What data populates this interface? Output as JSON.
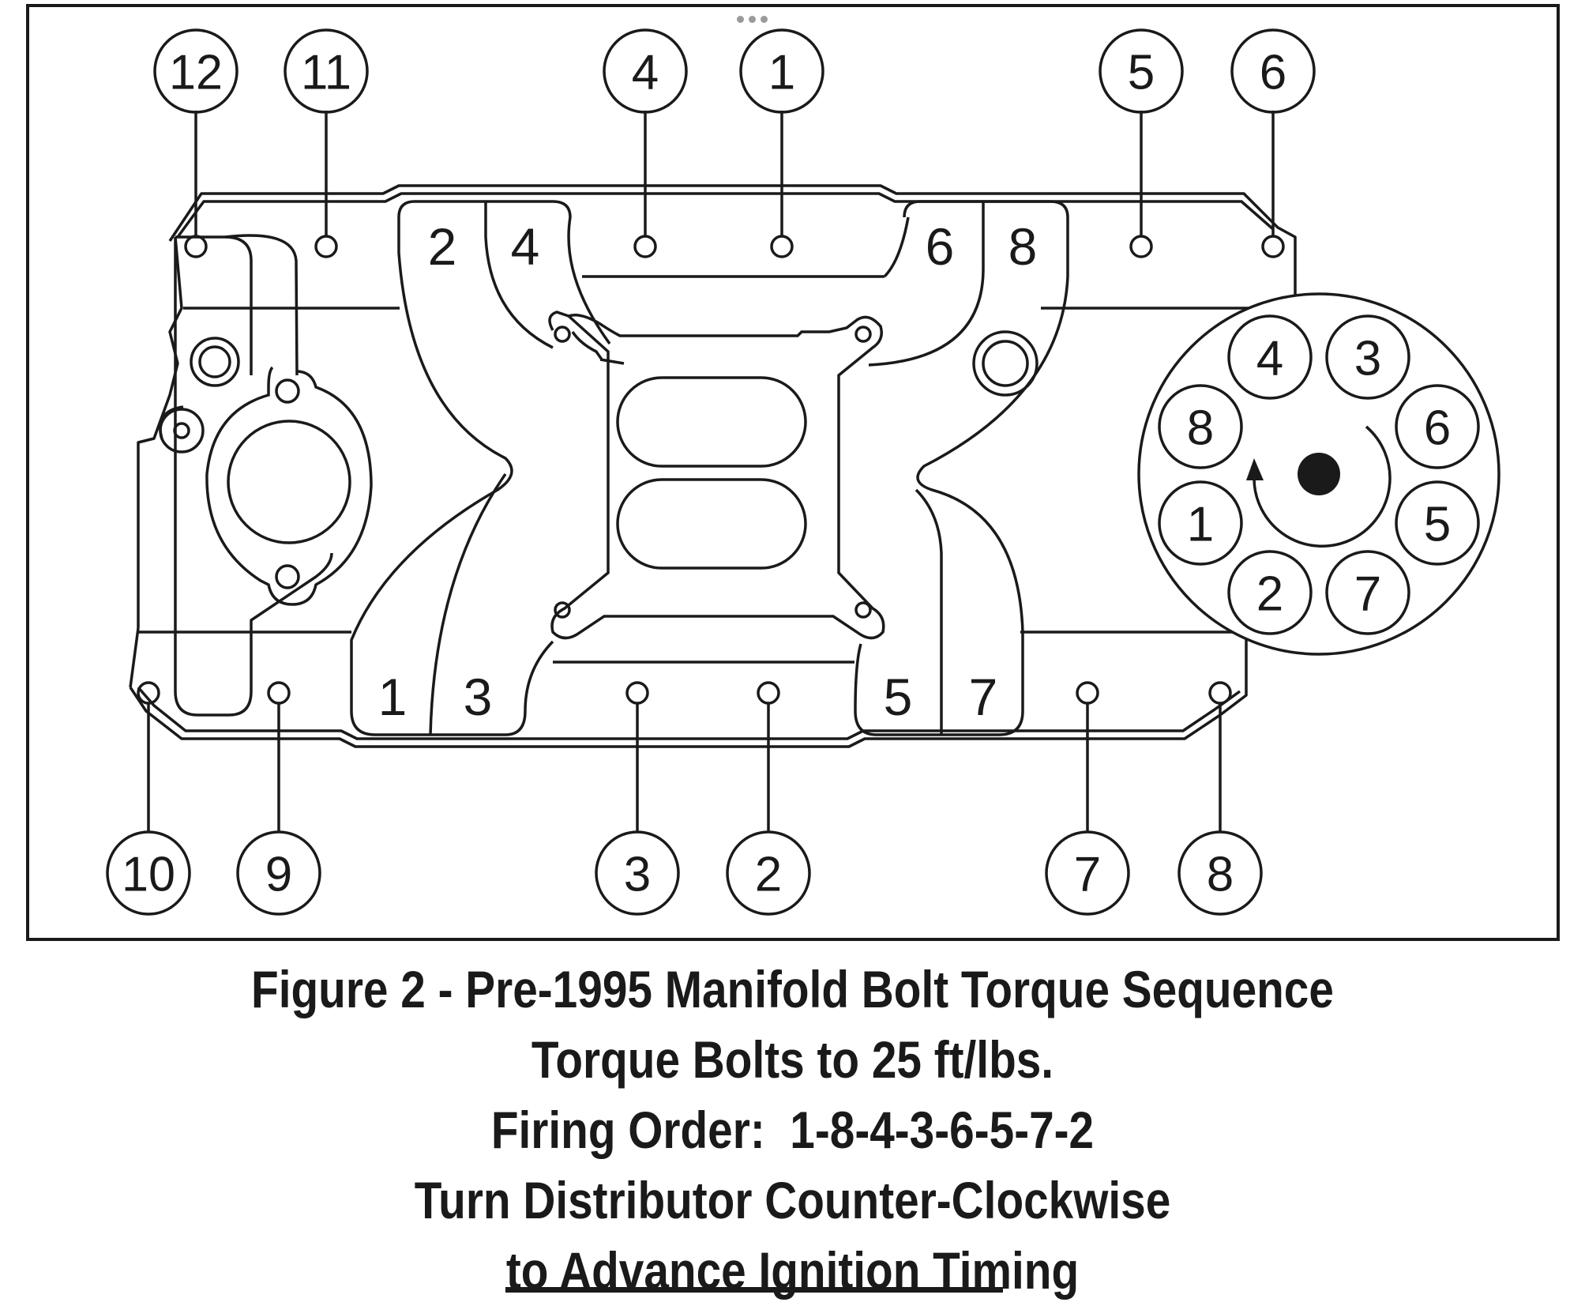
{
  "window_controls": {
    "more_icon": "ellipsis-icon"
  },
  "diagram": {
    "top_callouts": [
      "12",
      "11",
      "4",
      "1",
      "5",
      "6"
    ],
    "bottom_callouts": [
      "10",
      "9",
      "3",
      "2",
      "7",
      "8"
    ],
    "runner_labels": {
      "top": [
        "2",
        "4",
        "6",
        "8"
      ],
      "bottom": [
        "1",
        "3",
        "5",
        "7"
      ]
    },
    "distributor": {
      "cap_terminals": [
        "4",
        "3",
        "8",
        "6",
        "1",
        "5",
        "2",
        "7"
      ],
      "rotation_icon": "counter-clockwise-arrow-icon"
    }
  },
  "caption": {
    "line1": "Figure 2 - Pre-1995 Manifold Bolt Torque Sequence",
    "line2": "Torque Bolts to 25 ft/lbs.",
    "line3": "Firing Order:  1-8-4-3-6-5-7-2",
    "line4": "Turn Distributor Counter-Clockwise",
    "line5": "to Advance Ignition Timing"
  },
  "colors": {
    "ink": "#1a1a1a",
    "background": "#ffffff",
    "handle_dots": "#9a9a9a"
  }
}
